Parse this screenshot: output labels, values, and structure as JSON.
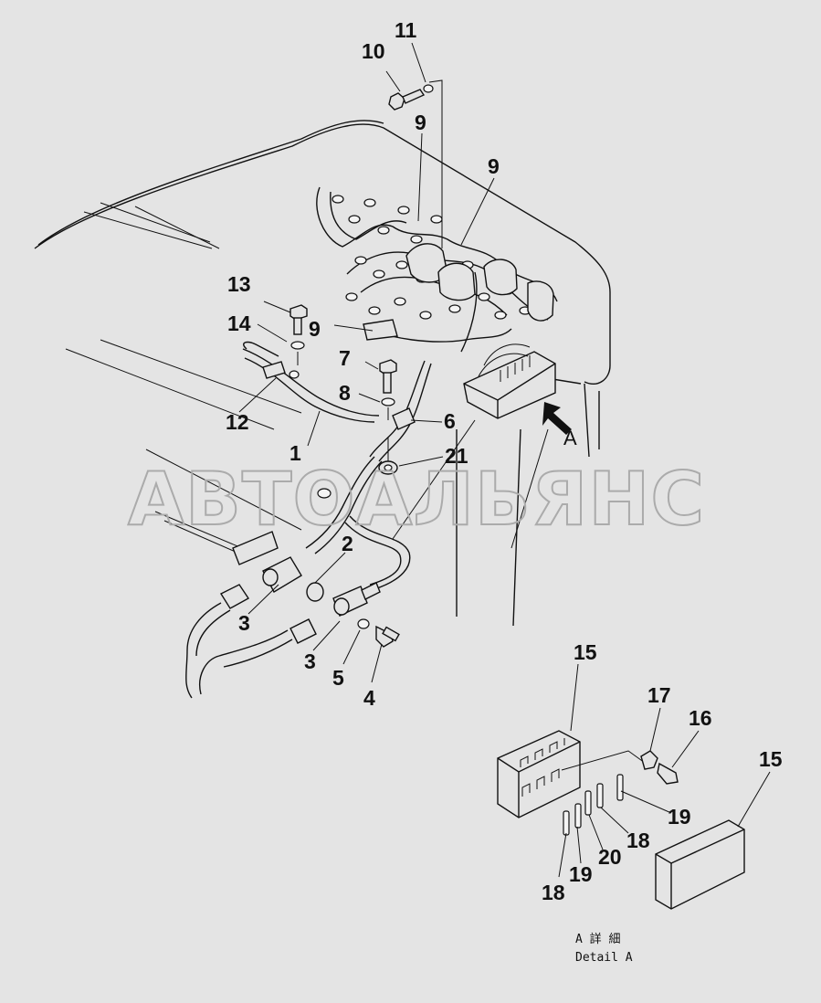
{
  "diagram": {
    "background": "#e4e4e4",
    "line_color": "#111111",
    "watermark_color": "#ababab",
    "watermark": "АВТОАЛЬЯНС",
    "view_arrow_label": "A",
    "callouts": {
      "c10": "10",
      "c11": "11",
      "c9a": "9",
      "c9b": "9",
      "c9c": "9",
      "c13": "13",
      "c14": "14",
      "c7": "7",
      "c8": "8",
      "c12": "12",
      "c6": "6",
      "c1": "1",
      "c21": "21",
      "c2": "2",
      "c3a": "3",
      "c3b": "3",
      "c5": "5",
      "c4": "4",
      "c15a": "15",
      "c15b": "15",
      "c17": "17",
      "c16": "16",
      "c19a": "19",
      "c18a": "18",
      "c20": "20",
      "c19b": "19",
      "c18b": "18"
    },
    "detail_caption": {
      "line1": "A 詳 細",
      "line2": "Detail A"
    }
  }
}
